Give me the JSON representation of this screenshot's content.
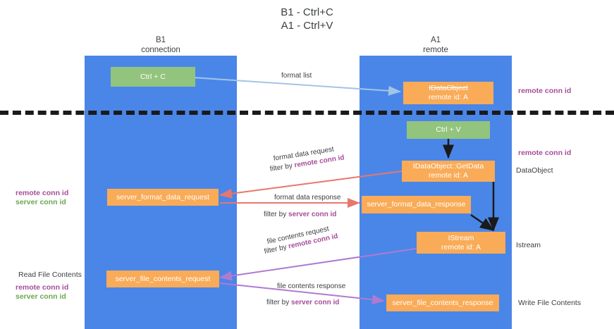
{
  "title": {
    "line1": "B1 - Ctrl+C",
    "line2": "A1 - Ctrl+V"
  },
  "lanes": [
    {
      "id": "b1",
      "line1": "B1",
      "line2": "connection",
      "color": "#4a86e8"
    },
    {
      "id": "a1",
      "line1": "A1",
      "line2": "remote",
      "color": "#4a86e8"
    }
  ],
  "colors": {
    "lane": "#4a86e8",
    "green_node": "#93c47d",
    "orange_node": "#f9ab57",
    "purple_text": "#a64d9a",
    "green_text": "#6aa84f",
    "arrow_blue": "#a2c4e8",
    "arrow_red": "#e8776e",
    "arrow_purple": "#b07ad1",
    "arrow_black": "#1a1a1a",
    "divider": "#1a1a1a"
  },
  "nodes": {
    "ctrl_c": {
      "label": "Ctrl + C"
    },
    "idataobject_top": {
      "line1": "IDataObject",
      "line2": "remote id: A"
    },
    "ctrl_v": {
      "label": "Ctrl + V"
    },
    "getdata": {
      "line1": "IDataObject::GetData",
      "line2": "remote id: A"
    },
    "server_format_data_request": {
      "label": "server_format_data_request"
    },
    "server_format_data_response": {
      "label": "server_format_data_response"
    },
    "istream": {
      "line1": "IStream",
      "line2": "remote id: A"
    },
    "server_file_contents_request": {
      "label": "server_file_contents_request"
    },
    "server_file_contents_response": {
      "label": "server_file_contents_response"
    }
  },
  "edge_labels": {
    "format_list": "format list",
    "format_data_request": "format data request",
    "format_data_request_filter_prefix": "filter by ",
    "format_data_request_filter_key": "remote conn id",
    "format_data_response": "format data response",
    "format_data_response_filter_prefix": "filter by ",
    "format_data_response_filter_key": "server conn id",
    "file_contents_request": "file contents request",
    "file_contents_request_filter_prefix": "filter by ",
    "file_contents_request_filter_key": "remote conn id",
    "file_contents_response": "file contents response",
    "file_contents_response_filter_prefix": "filter by ",
    "file_contents_response_filter_key": "server conn id"
  },
  "annotations": {
    "right_remote_conn_id_top": "remote conn id",
    "right_remote_conn_id_mid": "remote conn id",
    "right_dataobject": "DataObject",
    "right_istream": "Istream",
    "right_write_file_contents": "Write File Contents",
    "left_remote_conn_id_mid": "remote conn id",
    "left_server_conn_id_mid": "server conn id",
    "left_read_file_contents": "Read File Contents",
    "left_remote_conn_id_bottom": "remote conn id",
    "left_server_conn_id_bottom": "server conn id"
  }
}
